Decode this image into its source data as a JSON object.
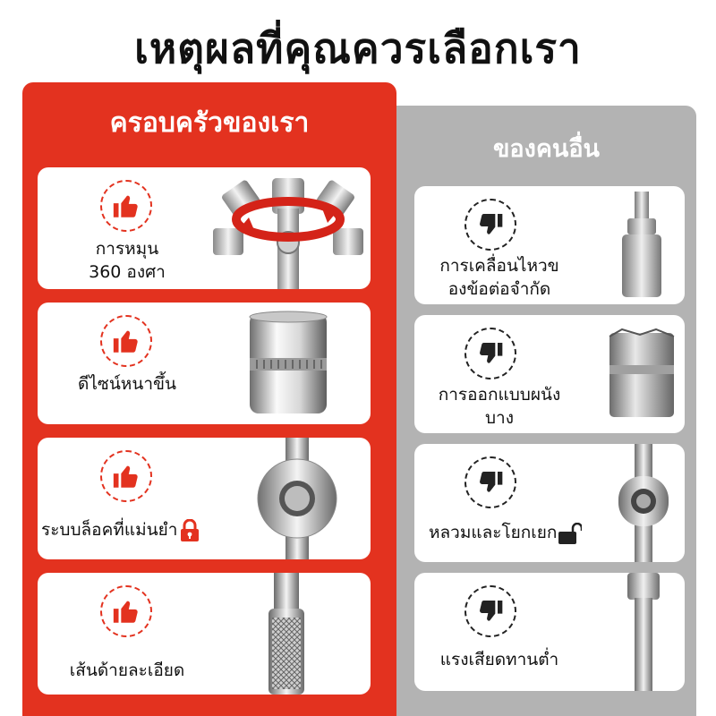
{
  "title": "เหตุผลที่คุณควรเลือกเรา",
  "ours": {
    "heading": "ครอบครัวของเรา",
    "items": [
      {
        "label": "การหมุน\n360 องศา",
        "icon": "thumbs-up-icon"
      },
      {
        "label": "ดีไซน์หนาขึ้น",
        "icon": "thumbs-up-icon"
      },
      {
        "label": "ระบบล็อคที่แม่นยำ",
        "icon": "thumbs-up-icon",
        "badge": "lock-closed-icon"
      },
      {
        "label": "เส้นด้ายละเอียด",
        "icon": "thumbs-up-icon"
      }
    ]
  },
  "theirs": {
    "heading": "ของคนอื่น",
    "items": [
      {
        "label": "การเคลื่อนไหวข\nองข้อต่อจำกัด",
        "icon": "thumbs-down-icon"
      },
      {
        "label": "การออกแบบผนัง\nบาง",
        "icon": "thumbs-down-icon"
      },
      {
        "label": "หลวมและโยกเยก",
        "icon": "thumbs-down-icon",
        "badge": "lock-open-icon"
      },
      {
        "label": "แรงเสียดทานต่ำ",
        "icon": "thumbs-down-icon"
      }
    ]
  },
  "colors": {
    "accent": "#e3321f",
    "muted": "#b3b3b3",
    "good_icon": "#e3321f",
    "bad_icon": "#222222"
  }
}
